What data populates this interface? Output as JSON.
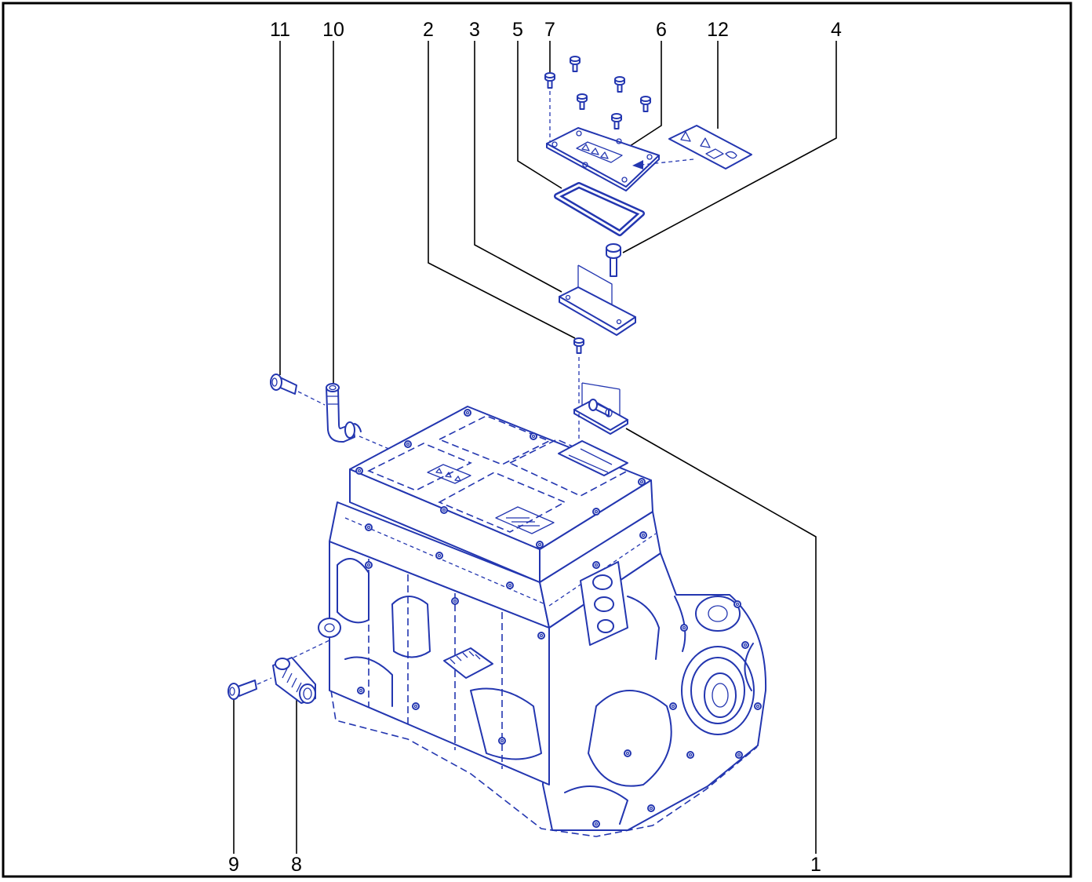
{
  "colors": {
    "part_line": "#2336b0",
    "leader_line": "#000000",
    "frame": "#000000",
    "background": "#ffffff"
  },
  "callouts": [
    {
      "label": "11"
    },
    {
      "label": "10"
    },
    {
      "label": "2"
    },
    {
      "label": "3"
    },
    {
      "label": "5"
    },
    {
      "label": "7"
    },
    {
      "label": "6"
    },
    {
      "label": "12"
    },
    {
      "label": "4"
    },
    {
      "label": "9"
    },
    {
      "label": "8"
    },
    {
      "label": "1"
    }
  ]
}
